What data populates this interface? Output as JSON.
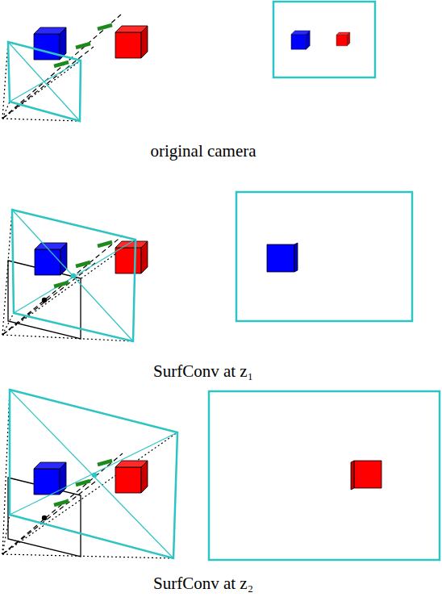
{
  "diagram": {
    "labels": [
      "original camera",
      "SurfConv at z₁",
      "SurfConv at z₂"
    ]
  }
}
